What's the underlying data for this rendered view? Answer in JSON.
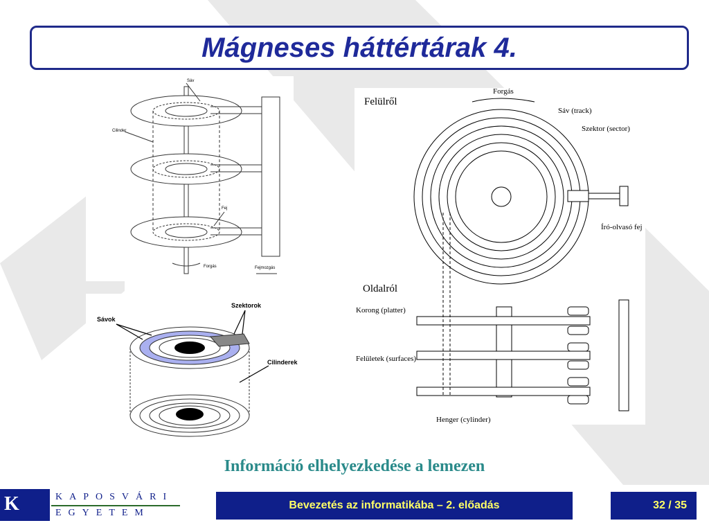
{
  "slide": {
    "title": "Mágneses háttértárak 4.",
    "caption": "Információ elhelyezkedése a lemezen"
  },
  "figure_tl": {
    "sav": "Sáv",
    "cilinder": "Cilinder",
    "fej": "Fej",
    "forgas": "Forgás",
    "fejmozgas": "Fejmozgás"
  },
  "figure_bl": {
    "savok": "Sávok",
    "szektorok": "Szektorok",
    "cilinderek": "Cilinderek"
  },
  "figure_right": {
    "felulrol": "Felülről",
    "forgas": "Forgás",
    "sav_track": "Sáv (track)",
    "szektor_sector": "Szektor (sector)",
    "iro_olvaso_fej": "Író-olvasó fej",
    "oldalrol": "Oldalról",
    "korong_platter": "Korong (platter)",
    "feluletek_surfaces": "Felületek (surfaces)",
    "henger_cylinder": "Henger (cylinder)"
  },
  "footer": {
    "logo_letter": "K",
    "logo_line1": "KAPOSVÁRI",
    "logo_line2": "EGYETEM",
    "course": "Bevezetés az informatikába – 2. előadás",
    "page": "32 / 35"
  },
  "colors": {
    "title": "#1f2a9a",
    "caption": "#2a8a8a",
    "footer_bg": "#0f1f8a",
    "footer_text": "#ffff66",
    "track_highlight": "#aab0f0"
  }
}
